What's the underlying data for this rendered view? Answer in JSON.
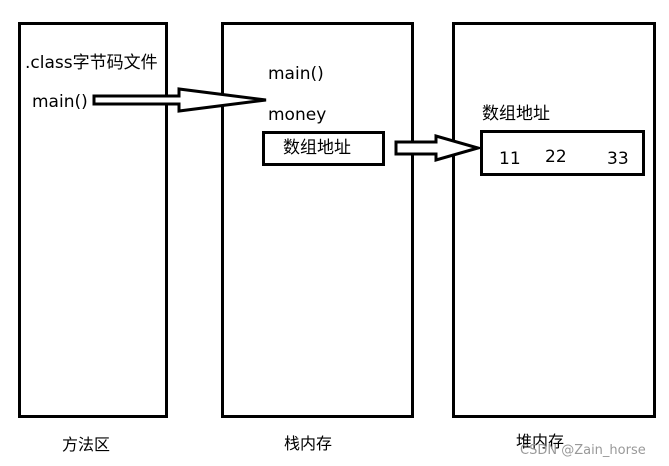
{
  "method_area": {
    "title": "方法区",
    "class_file": ".class字节码文件",
    "main_method": "main()"
  },
  "stack": {
    "title": "栈内存",
    "main_frame": "main()",
    "variable": "money",
    "array_ref": "数组地址"
  },
  "heap": {
    "title": "堆内存",
    "array_label": "数组地址",
    "values": [
      "11",
      "22",
      "33"
    ]
  },
  "watermark": "CSDN @Zain_horse"
}
